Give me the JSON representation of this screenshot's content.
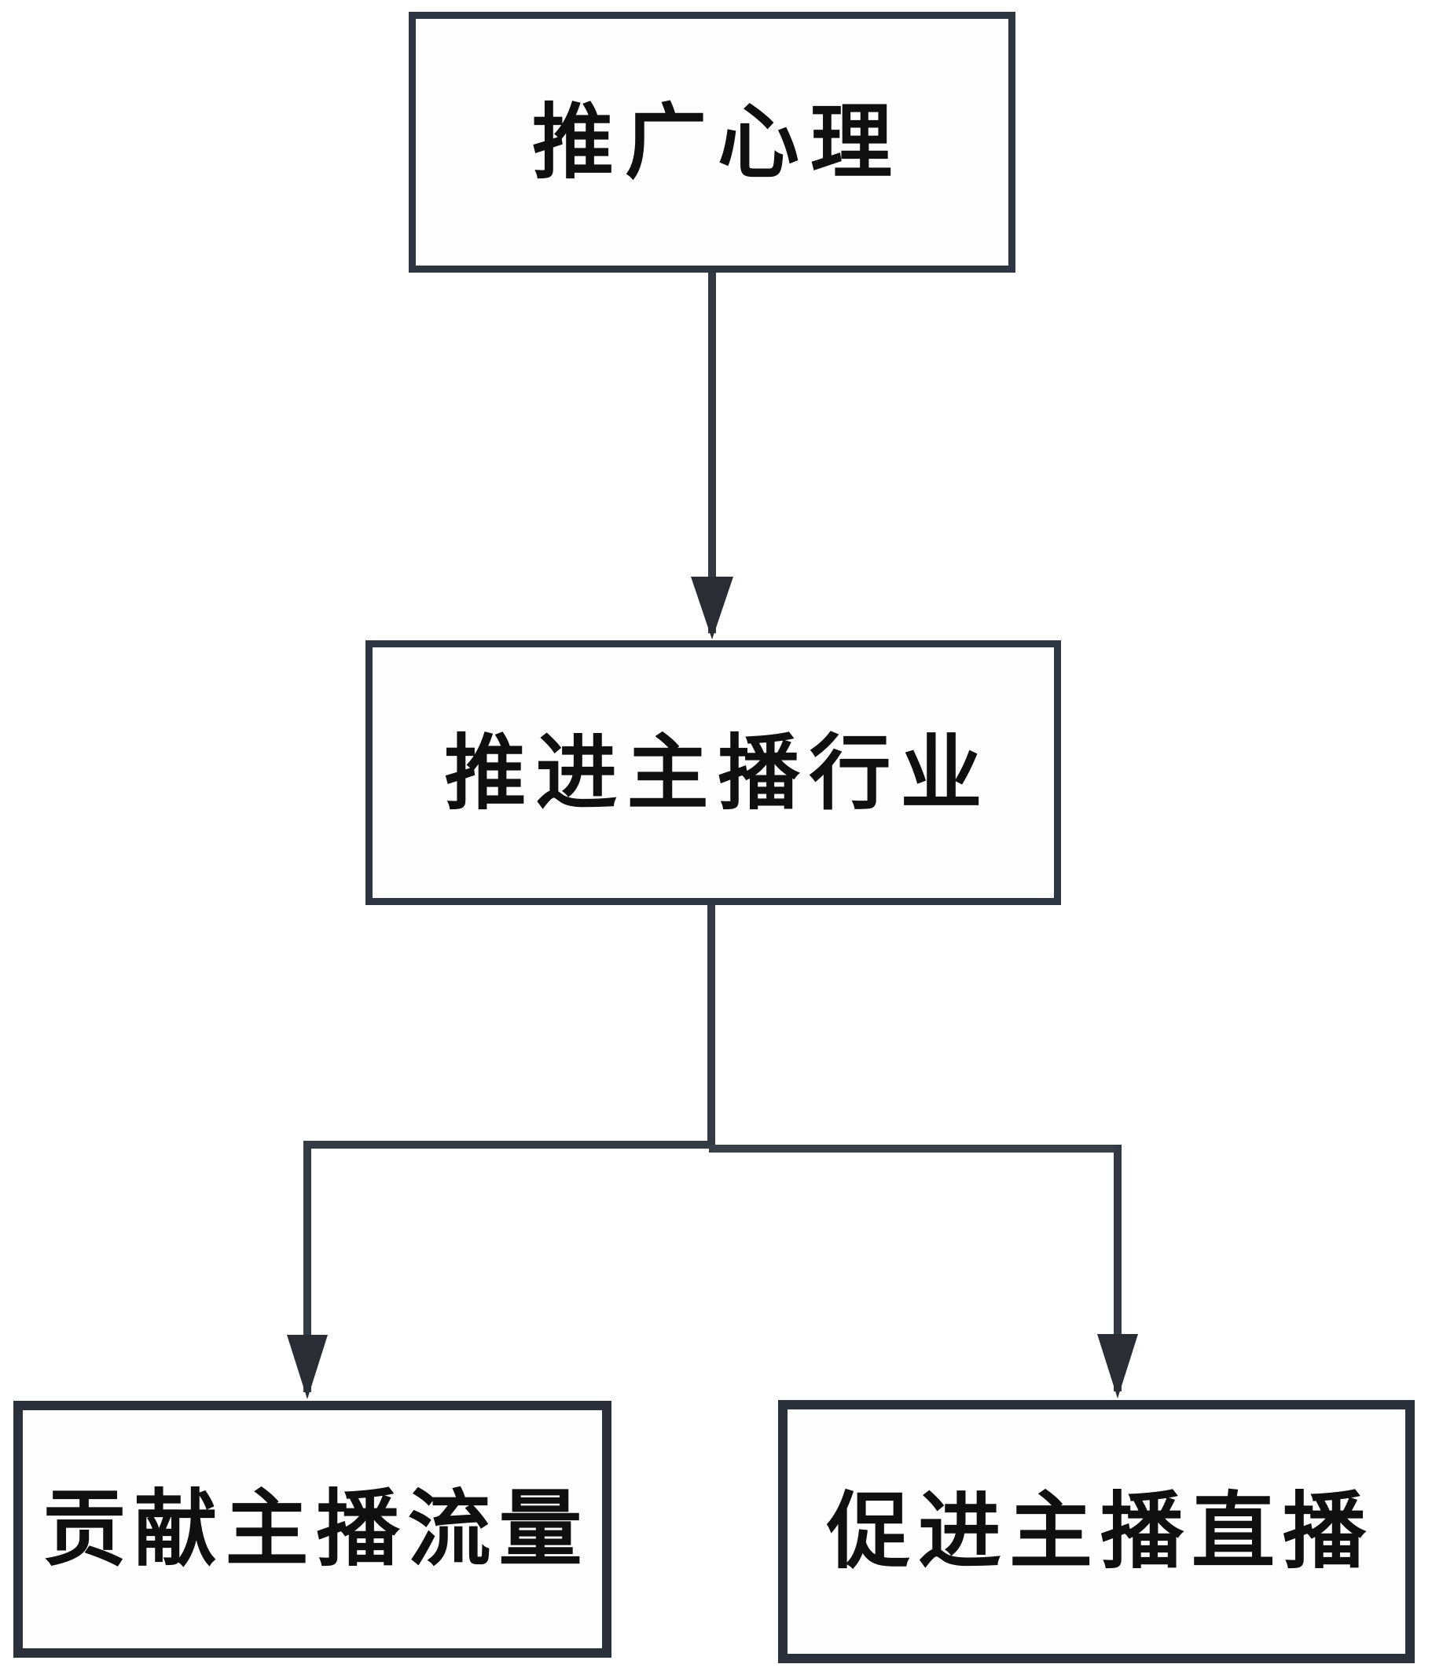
{
  "diagram": {
    "type": "flowchart",
    "background_color": "#ffffff",
    "nodes": [
      {
        "id": "node-1",
        "label": "推广心理"
      },
      {
        "id": "node-2",
        "label": "推进主播行业"
      },
      {
        "id": "node-3",
        "label": "贡献主播流量"
      },
      {
        "id": "node-4",
        "label": "促进主播直播"
      }
    ],
    "edges": [
      {
        "from": "推广心理",
        "to": "推进主播行业",
        "style": "arrow-down"
      },
      {
        "from": "推进主播行业",
        "to": "贡献主播流量",
        "style": "arrow-down"
      },
      {
        "from": "推进主播行业",
        "to": "促进主播直播",
        "style": "arrow-down"
      }
    ],
    "colors": {
      "box_border": "#2e3641",
      "connector_line": "#343a43",
      "arrowhead": "#2a2d33",
      "text": "#0f0f0f"
    }
  }
}
